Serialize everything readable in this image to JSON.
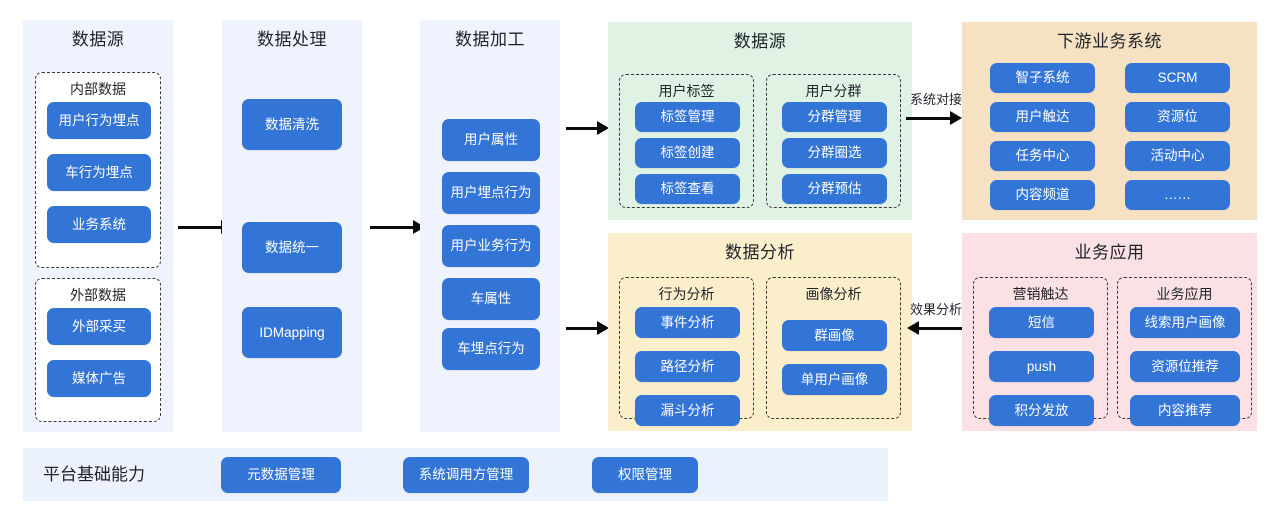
{
  "columns": [
    {
      "title": "数据源",
      "groups": [
        {
          "title": "内部数据",
          "items": [
            "用户行为埋点",
            "车行为埋点",
            "业务系统"
          ]
        },
        {
          "title": "外部数据",
          "items": [
            "外部采买",
            "媒体广告"
          ]
        }
      ]
    },
    {
      "title": "数据处理",
      "items": [
        "数据清洗",
        "数据统一",
        "IDMapping"
      ]
    },
    {
      "title": "数据加工",
      "items": [
        "用户属性",
        "用户埋点行为",
        "用户业务行为",
        "车属性",
        "车埋点行为"
      ]
    }
  ],
  "panels": {
    "data_source_platform": {
      "title": "数据源",
      "color": "#dff2e3",
      "groups": [
        {
          "title": "用户标签",
          "items": [
            "标签管理",
            "标签创建",
            "标签查看"
          ]
        },
        {
          "title": "用户分群",
          "items": [
            "分群管理",
            "分群圈选",
            "分群预估"
          ]
        }
      ]
    },
    "data_analysis": {
      "title": "数据分析",
      "color": "#fbeecb",
      "groups": [
        {
          "title": "行为分析",
          "items": [
            "事件分析",
            "路径分析",
            "漏斗分析"
          ]
        },
        {
          "title": "画像分析",
          "items": [
            "群画像",
            "单用户画像"
          ]
        }
      ]
    },
    "downstream": {
      "title": "下游业务系统",
      "color": "#f6e2c3",
      "left_items": [
        "智子系统",
        "用户触达",
        "任务中心",
        "内容频道"
      ],
      "right_items": [
        "SCRM",
        "资源位",
        "活动中心",
        "……"
      ]
    },
    "business_app": {
      "title": "业务应用",
      "color": "#fbe0e4",
      "groups": [
        {
          "title": "营销触达",
          "items": [
            "短信",
            "push",
            "积分发放"
          ]
        },
        {
          "title": "业务应用",
          "items": [
            "线索用户画像",
            "资源位推荐",
            "内容推荐"
          ]
        }
      ]
    }
  },
  "arrows": {
    "source_to_process": "",
    "process_to_refine": "",
    "refine_to_tags": "",
    "refine_to_analysis": "",
    "system_docking": "系统对接",
    "effect_analysis": "效果分析"
  },
  "bottom": {
    "label": "平台基础能力",
    "items": [
      "元数据管理",
      "系统调用方管理",
      "权限管理"
    ]
  },
  "colors": {
    "chip_blue": "#3375d6",
    "column_bg": "#eef3fd",
    "bottom_bg": "#ecf2fd"
  }
}
